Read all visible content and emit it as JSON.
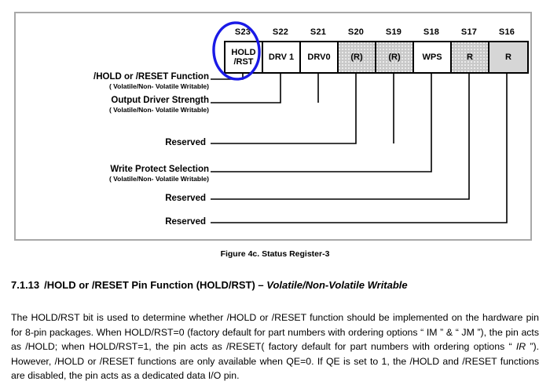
{
  "figure": {
    "caption": "Figure 4c. Status Register-3",
    "bits": [
      {
        "label": "S23",
        "value_line1": "HOLD",
        "value_line2": "/RST",
        "fill": "white"
      },
      {
        "label": "S22",
        "value_line1": "DRV 1",
        "value_line2": "",
        "fill": "white"
      },
      {
        "label": "S21",
        "value_line1": "DRV0",
        "value_line2": "",
        "fill": "white"
      },
      {
        "label": "S20",
        "value_line1": "(R)",
        "value_line2": "",
        "fill": "dotted"
      },
      {
        "label": "S19",
        "value_line1": "(R)",
        "value_line2": "",
        "fill": "dotted"
      },
      {
        "label": "S18",
        "value_line1": "WPS",
        "value_line2": "",
        "fill": "white"
      },
      {
        "label": "S17",
        "value_line1": "R",
        "value_line2": "",
        "fill": "dotted"
      },
      {
        "label": "S16",
        "value_line1": "R",
        "value_line2": "",
        "fill": "solid"
      }
    ],
    "annotations": [
      {
        "main": "/HOLD or /RESET Function",
        "sub": "( Volatile/Non- Volatile Writable)"
      },
      {
        "main": "Output Driver Strength",
        "sub": "( Volatile/Non- Volatile Writable)"
      },
      {
        "main": "Reserved",
        "sub": ""
      },
      {
        "main": "Write Protect Selection",
        "sub": "( Volatile/Non- Volatile Writable)"
      },
      {
        "main": "Reserved",
        "sub": ""
      },
      {
        "main": "Reserved",
        "sub": ""
      }
    ],
    "highlight_color": "#1a1ae6"
  },
  "section": {
    "number": "7.1.13",
    "title": "/HOLD or /RESET Pin Function (HOLD/RST) – ",
    "title_italic": "Volatile/Non-Volatile Writable",
    "body_part1": "The HOLD/RST bit is used to determine whether /HOLD or /RESET function should be implemented on the hardware pin for 8-pin packages. When HOLD/RST=0 (factory default for part numbers with ordering options “ IM ” & “ JM ”), the pin acts as /HOLD; when HOLD/RST=1, the pin acts as /RESET( factory default for part numbers with ordering options “ ",
    "body_italic": "IR",
    "body_part2": " ”). However, /HOLD or /RESET functions are only available when QE=0. If QE is set to 1, the /HOLD and /RESET functions are disabled, the pin acts as a dedicated data I/O pin."
  }
}
